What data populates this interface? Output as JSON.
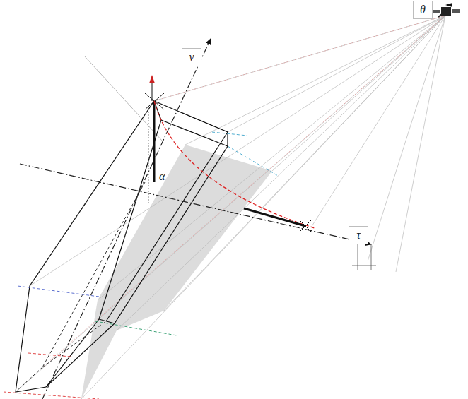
{
  "diagram": {
    "nodes": [
      {
        "text": [
          "θ"
        ]
      },
      {
        "text": [
          "ν"
        ]
      },
      {
        "text": [
          "τ"
        ]
      }
    ],
    "labels": [
      "α"
    ]
  }
}
